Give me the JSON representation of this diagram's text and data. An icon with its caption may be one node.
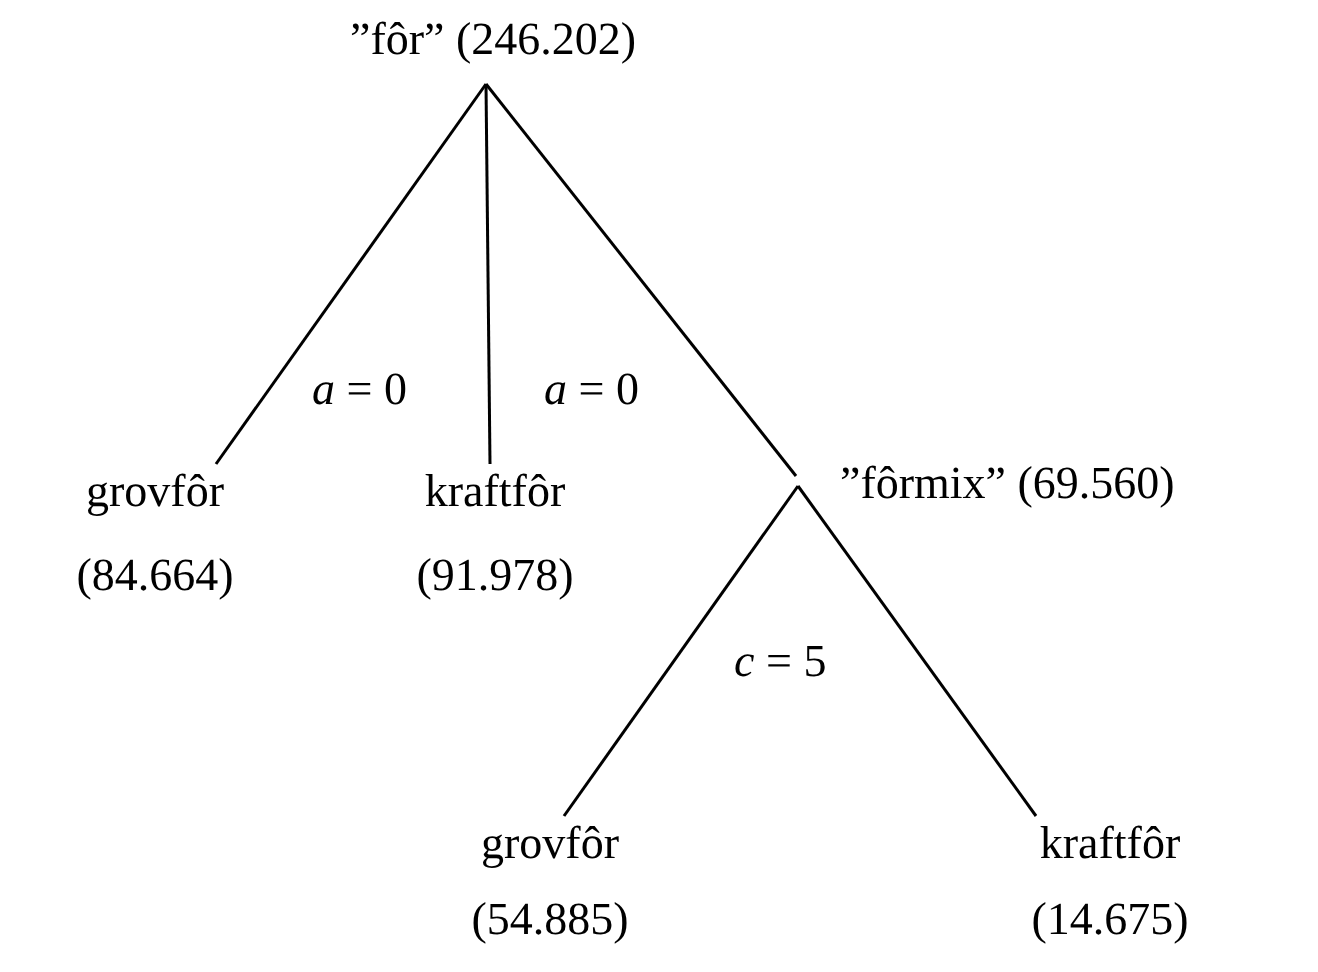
{
  "diagram": {
    "nodes": [
      {
        "text": [
          "”fôr” (246.202)"
        ]
      },
      {
        "text": [
          "grovfôr",
          "(84.664)"
        ]
      },
      {
        "text": [
          "kraftfôr",
          "(91.978)"
        ]
      },
      {
        "text": [
          "”fôrmix” (69.560)"
        ]
      },
      {
        "text": [
          "grovfôr",
          "(54.885)"
        ]
      },
      {
        "text": [
          "kraftfôr",
          "(14.675)"
        ]
      }
    ],
    "edges": [
      {
        "from": 0,
        "to": 1,
        "arrow": "none"
      },
      {
        "from": 0,
        "to": 2,
        "arrow": "none"
      },
      {
        "from": 0,
        "to": 3,
        "arrow": "none"
      },
      {
        "from": 3,
        "to": 4,
        "arrow": "none"
      },
      {
        "from": 3,
        "to": 5,
        "arrow": "none"
      }
    ],
    "labels": [
      "*a* = 0",
      "*a* = 0",
      "*c* = 5"
    ]
  }
}
